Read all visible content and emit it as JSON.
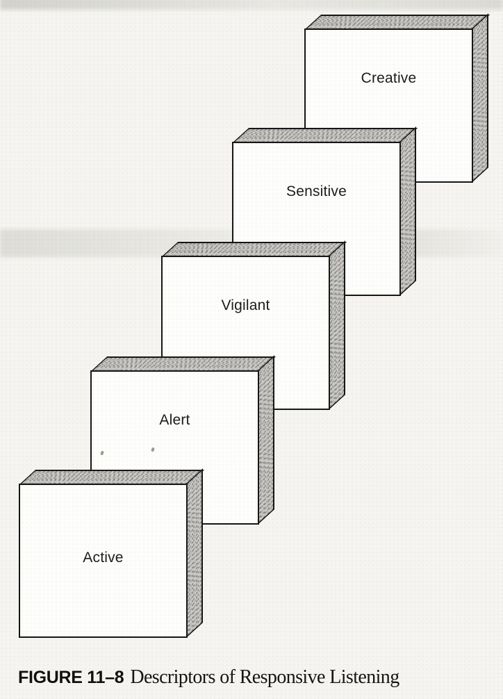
{
  "figure": {
    "caption_label": "FIGURE 11–8",
    "caption_text": "Descriptors of Responsive Listening"
  },
  "diagram": {
    "type": "stacked-3d-blocks",
    "boxes": [
      {
        "label": "Creative",
        "depth": "backmost"
      },
      {
        "label": "Sensitive",
        "depth": "fourth"
      },
      {
        "label": "Vigilant",
        "depth": "middle"
      },
      {
        "label": "Alert",
        "depth": "second"
      },
      {
        "label": "Active",
        "depth": "frontmost"
      }
    ],
    "colors": {
      "background": "#f5f4f0",
      "box_face": "#fdfdfb",
      "box_shading": "#c9c8c5",
      "line": "#161616",
      "label_text": "#1c1c1c"
    }
  }
}
